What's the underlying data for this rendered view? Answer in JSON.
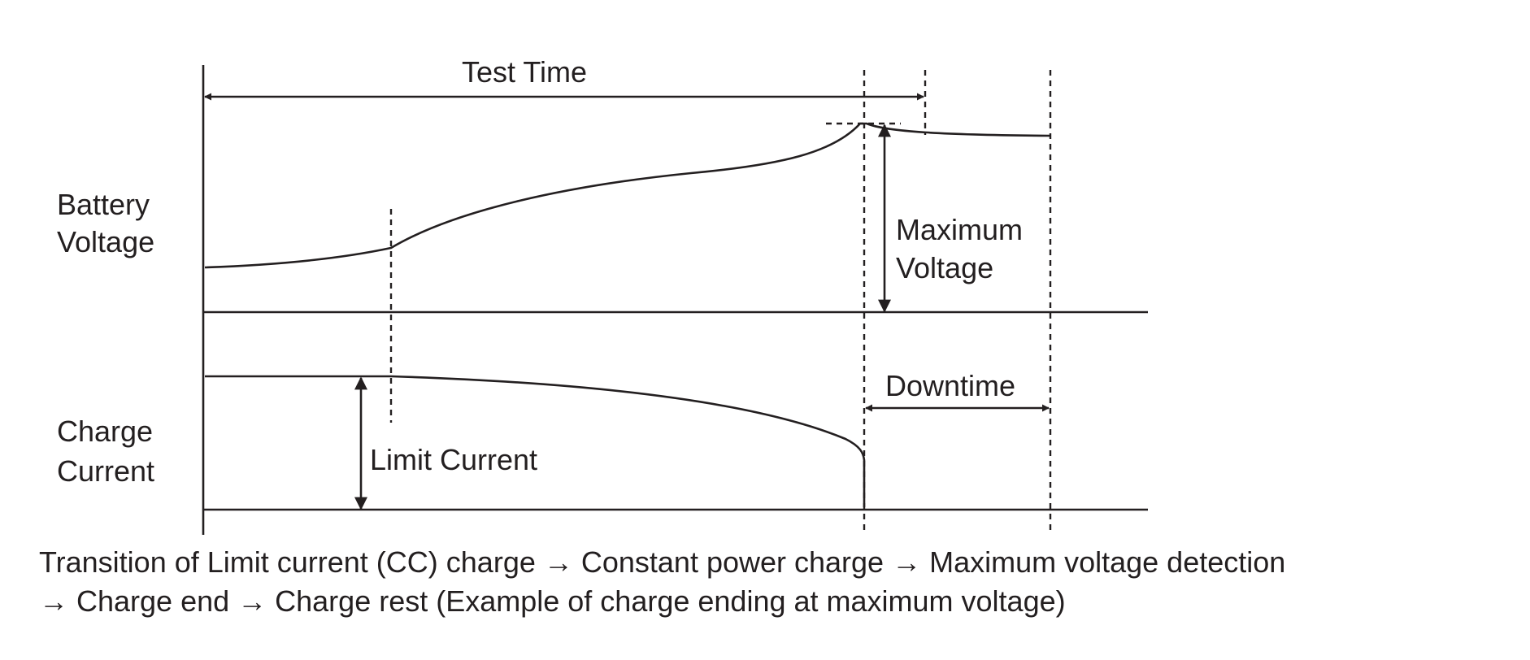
{
  "labels": {
    "test_time": "Test Time",
    "battery_voltage_line1": "Battery",
    "battery_voltage_line2": "Voltage",
    "maximum_voltage_line1": "Maximum",
    "maximum_voltage_line2": "Voltage",
    "charge_current_line1": "Charge",
    "charge_current_line2": "Current",
    "limit_current": "Limit Current",
    "downtime": "Downtime"
  },
  "caption": {
    "line1": "Transition of Limit current (CC) charge → Constant power charge → Maximum voltage detection",
    "line2": "→ Charge end → Charge rest (Example of charge ending at maximum voltage)"
  },
  "colors": {
    "ink": "#231f20",
    "background": "#ffffff"
  }
}
